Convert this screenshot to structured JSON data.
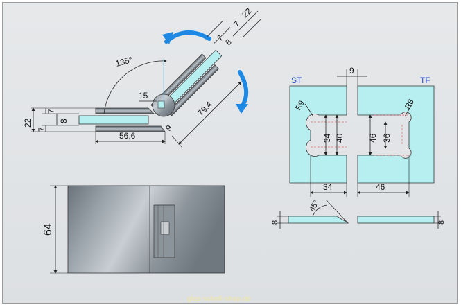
{
  "angle_view": {
    "angle_label": "135°",
    "dims": {
      "top_total": "22",
      "top_a": "7",
      "top_b": "8",
      "top_c": "7",
      "left_total": "22",
      "left_a": "7",
      "left_b": "7",
      "left_c": "8",
      "offset": "15",
      "gap": "9",
      "length_left": "56,6",
      "length_right": "79,4"
    }
  },
  "plate_view": {
    "label_left": "ST",
    "label_right": "TF",
    "gap": "9",
    "radius_left": "R9",
    "radius_right": "R8",
    "st_inner": "34",
    "st_outer": "40",
    "st_width": "34",
    "tf_outer": "46",
    "tf_inner": "36",
    "tf_width": "46"
  },
  "bevel_view": {
    "angle": "45°",
    "thick_left": "8",
    "thick_right": "8"
  },
  "front_view": {
    "height": "64"
  },
  "footer": {
    "text": "glas-schell-shop.de"
  },
  "colors": {
    "glass": "#b7eef0",
    "arrow": "#1e88e5",
    "label": "#2a4fd0"
  }
}
